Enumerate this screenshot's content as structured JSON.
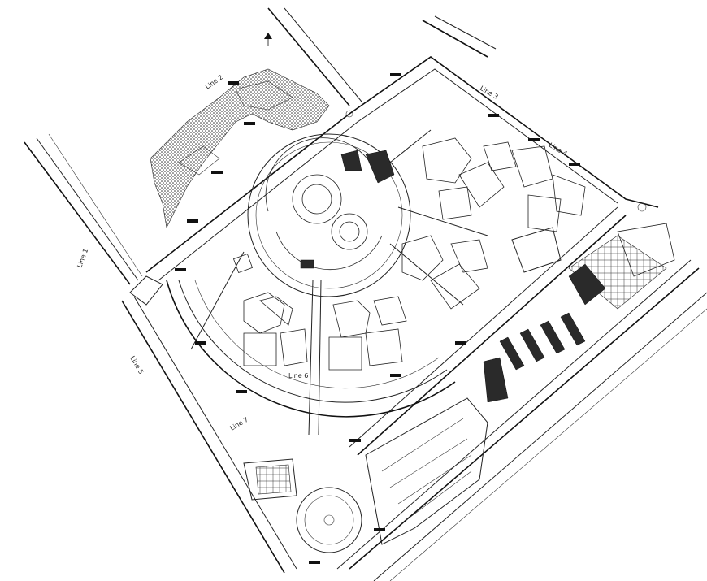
{
  "drawing": {
    "type": "site-plan",
    "street_labels": {
      "line_1": "Line 1",
      "line_2": "Line 2",
      "line_3": "Line 3",
      "line_4": "Line 4",
      "line_5": "Line 5",
      "line_6": "Line 6",
      "line_7": "Line 7"
    }
  },
  "colors": {
    "ink": "#222222",
    "fill_dark": "#2a2a2a",
    "background": "#ffffff"
  },
  "icons": {
    "north_arrow": "north-arrow-icon"
  }
}
